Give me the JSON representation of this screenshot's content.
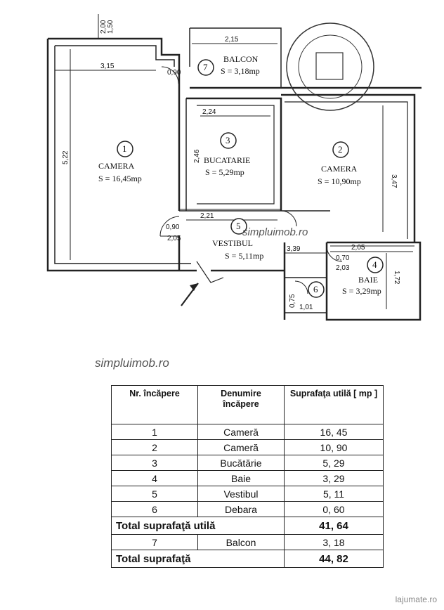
{
  "plan": {
    "watermark": "simpluimob.ro",
    "rooms": [
      {
        "number": "1",
        "name": "CAMERA",
        "area": "S = 16,45mp"
      },
      {
        "number": "2",
        "name": "CAMERA",
        "area": "S = 10,90mp"
      },
      {
        "number": "3",
        "name": "BUCATARIE",
        "area": "S = 5,29mp"
      },
      {
        "number": "4",
        "name": "BAIE",
        "area": "S = 3,29mp"
      },
      {
        "number": "5",
        "name": "VESTIBUL",
        "area": "S = 5,11mp"
      },
      {
        "number": "6",
        "name": "",
        "area": ""
      },
      {
        "number": "7",
        "name": "BALCON",
        "area": "S = 3,18mp"
      }
    ],
    "dimensions": {
      "d_315": "3,15",
      "d_215": "2,15",
      "d_522": "5,22",
      "d_224": "2,24",
      "d_347": "3,47",
      "d_221": "2,21",
      "d_339": "3,39",
      "d_205": "2,05",
      "d_172": "1,72",
      "d_200": "2,00",
      "d_150": "1,50",
      "d_090": "0,90",
      "d_2_05": "2,05",
      "d_246": "2,46",
      "d_070": "0,70",
      "d_203": "2,03",
      "d_075": "0,75",
      "d_101": "1,01"
    }
  },
  "watermark_mid": "simpluimob.ro",
  "table": {
    "headers": [
      "Nr. încăpere",
      "Denumire încăpere",
      "Suprafaţa utilă [ mp ]"
    ],
    "rows": [
      {
        "nr": "1",
        "name": "Cameră",
        "area": "16, 45"
      },
      {
        "nr": "2",
        "name": "Cameră",
        "area": "10, 90"
      },
      {
        "nr": "3",
        "name": "Bucătărie",
        "area": "5, 29"
      },
      {
        "nr": "4",
        "name": "Baie",
        "area": "3, 29"
      },
      {
        "nr": "5",
        "name": "Vestibul",
        "area": "5, 11"
      },
      {
        "nr": "6",
        "name": "Debara",
        "area": "0, 60"
      }
    ],
    "total_utila_label": "Total suprafaţă utilă",
    "total_utila_value": "41, 64",
    "balcon_row": {
      "nr": "7",
      "name": "Balcon",
      "area": "3, 18"
    },
    "total_label": "Total suprafaţă",
    "total_value": "44, 82"
  },
  "corner_mark": "lajumate.ro"
}
